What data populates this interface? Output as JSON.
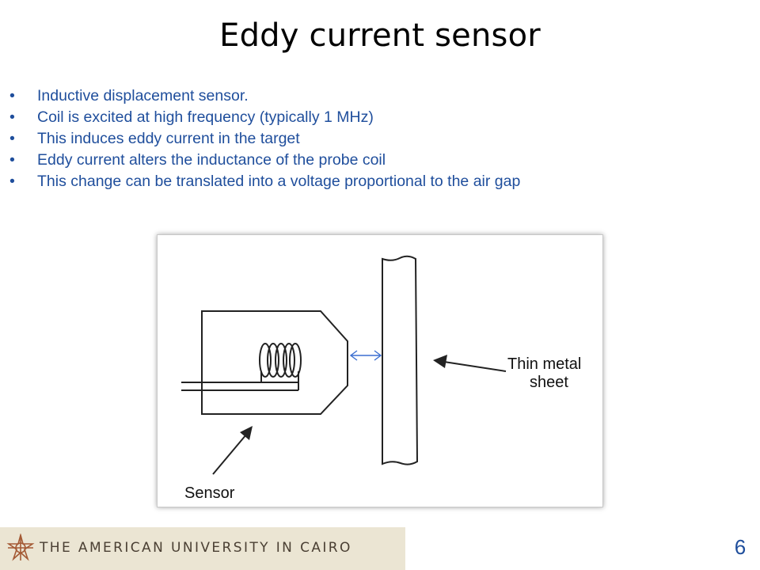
{
  "slide": {
    "title": "Eddy current sensor",
    "bullets": [
      "Inductive displacement sensor.",
      "Coil is excited at high frequency (typically 1 MHz)",
      "This induces eddy current in the target",
      "Eddy current alters the inductance of the probe coil",
      "This change can be translated into a voltage proportional to the air gap"
    ],
    "bullet_color": "#1f4e9c",
    "page_number": "6"
  },
  "figure": {
    "labels": {
      "sheet_line1": "Thin metal",
      "sheet_line2": "sheet",
      "sensor": "Sensor"
    },
    "gap_arrow_color": "#3b6fd0"
  },
  "footer": {
    "institution": "THE AMERICAN UNIVERSITY IN CAIRO",
    "logo_icon": "auc-star-logo-icon",
    "band_color": "#ebe5d3"
  }
}
